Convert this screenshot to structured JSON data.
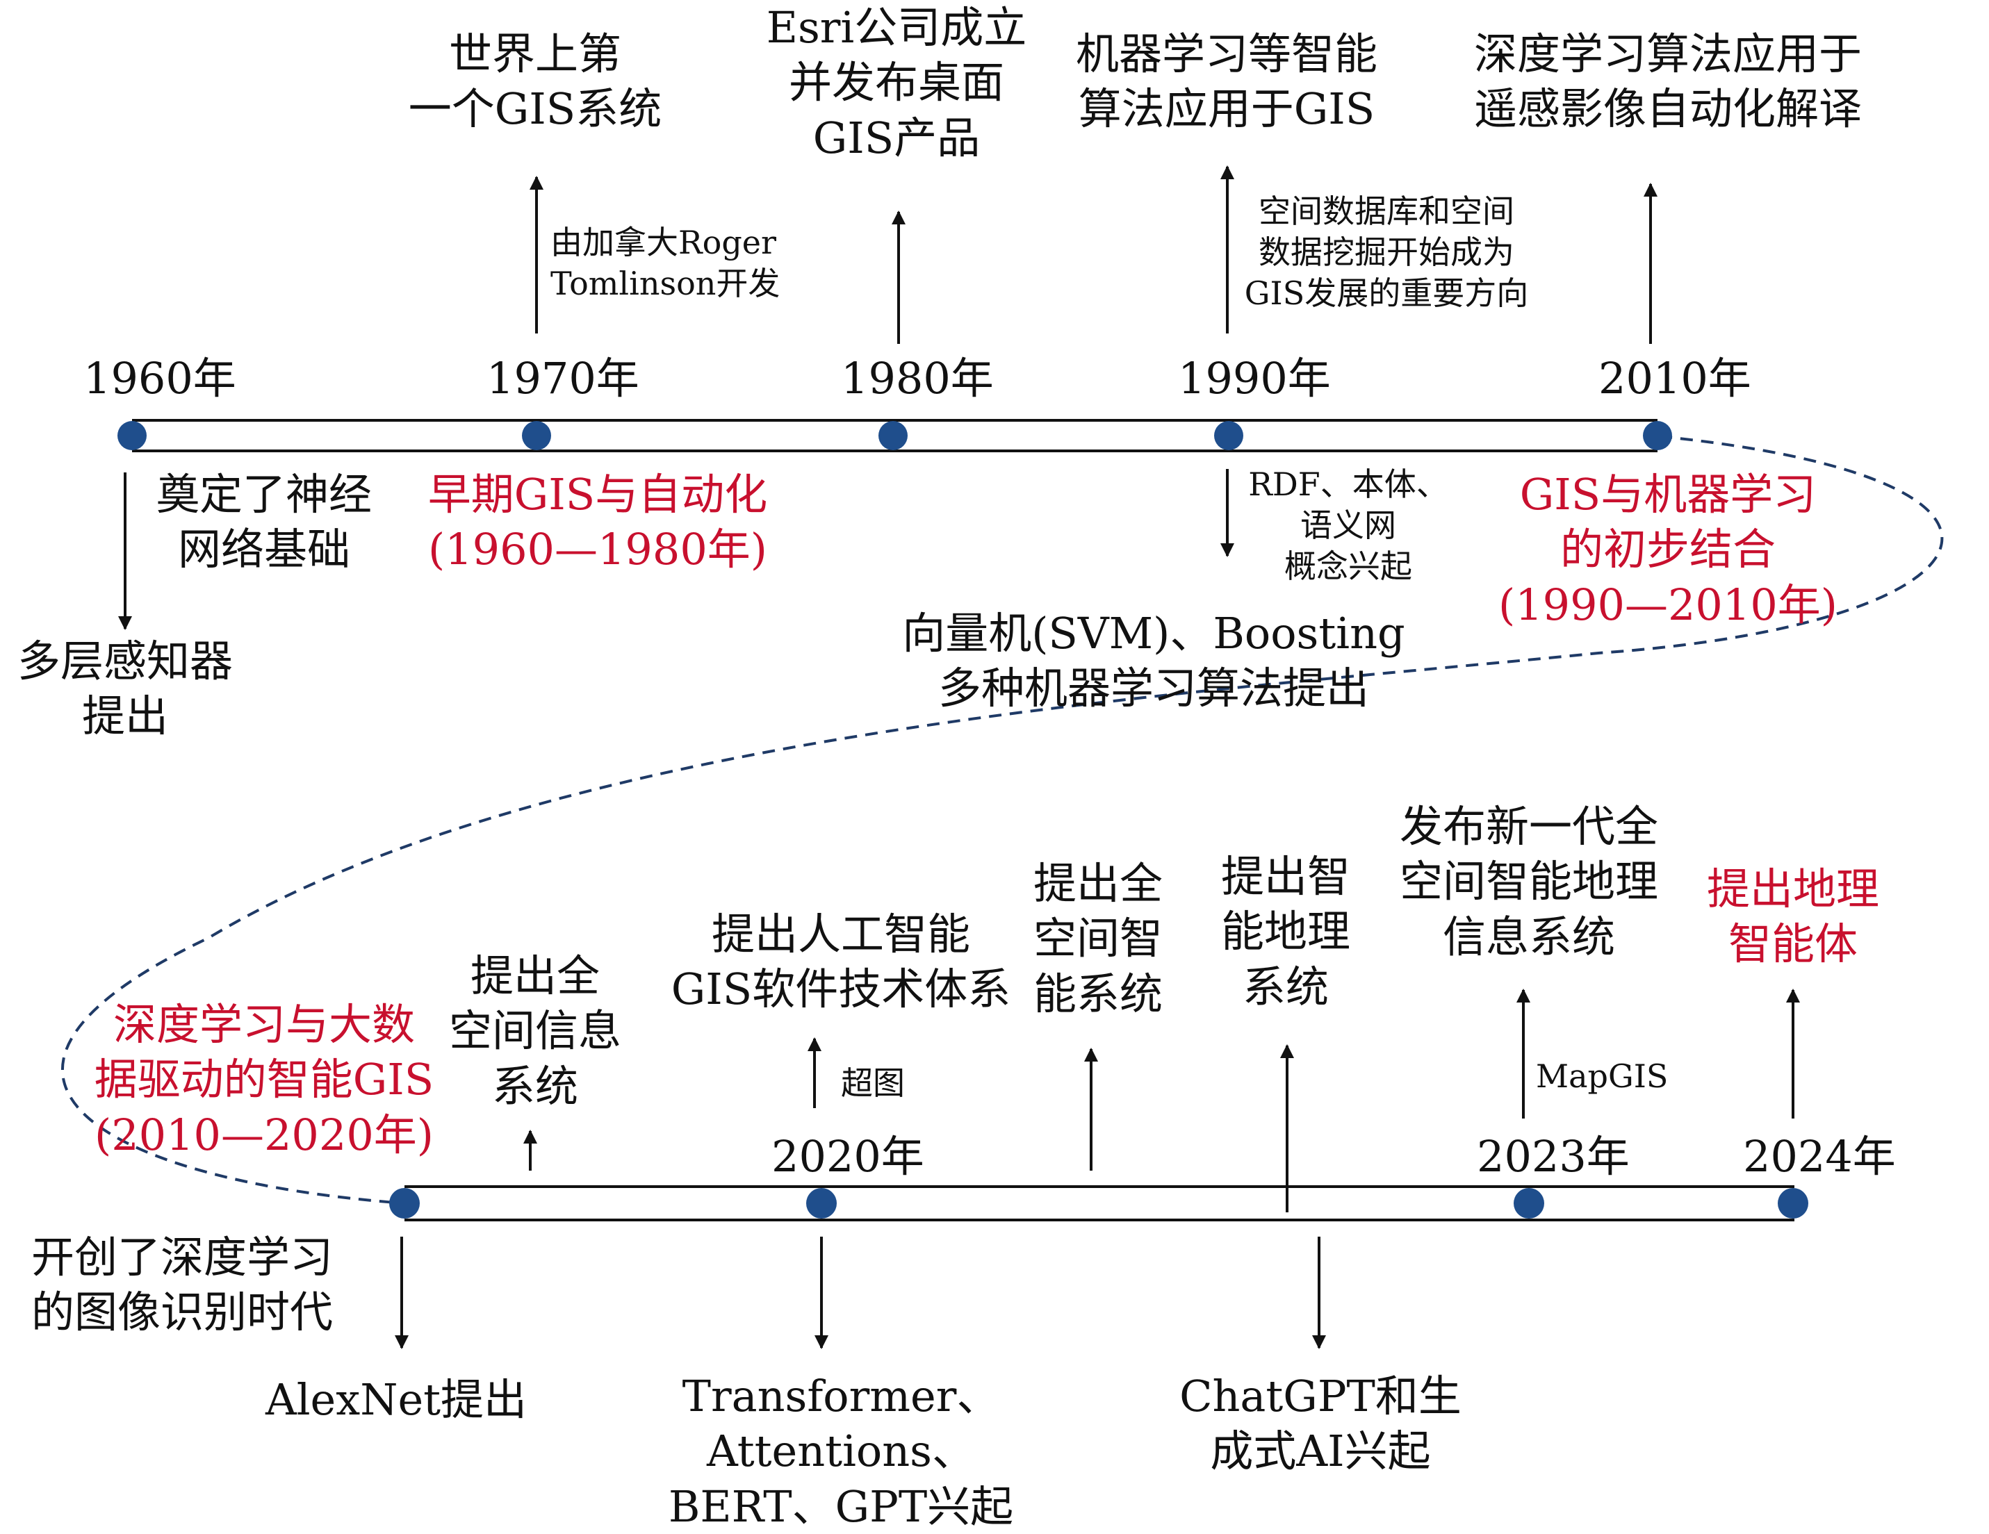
{
  "colors": {
    "text": "#111111",
    "accent": "#c8102e",
    "node": "#1f4e8c",
    "dash": "#1f3a66"
  },
  "timeline_top": {
    "years": [
      "1960年",
      "1970年",
      "1980年",
      "1990年",
      "2010年"
    ],
    "above": [
      {
        "lines": [
          "世界上第",
          "一个GIS系统"
        ],
        "note": [
          "由加拿大Roger",
          "Tomlinson开发"
        ]
      },
      {
        "lines": [
          "Esri公司成立",
          "并发布桌面",
          "GIS产品"
        ]
      },
      {
        "lines": [
          "机器学习等智能",
          "算法应用于GIS"
        ],
        "note": [
          "空间数据库和空间",
          "数据挖掘开始成为",
          "GIS发展的重要方向"
        ]
      },
      {
        "lines": [
          "深度学习算法应用于",
          "遥感影像自动化解译"
        ]
      }
    ],
    "below": [
      {
        "lines": [
          "奠定了神经",
          "网络基础"
        ],
        "result": [
          "多层感知器",
          "提出"
        ]
      },
      {
        "note": [
          "RDF、本体、",
          "语义网",
          "概念兴起"
        ],
        "result": [
          "向量机(SVM)、Boosting",
          "多种机器学习算法提出"
        ]
      }
    ],
    "stages": [
      {
        "lines": [
          "早期GIS与自动化",
          "(1960—1980年)"
        ]
      },
      {
        "lines": [
          "GIS与机器学习",
          "的初步结合",
          "(1990—2010年)"
        ]
      }
    ]
  },
  "timeline_bottom": {
    "years": [
      "2020年",
      "2023年",
      "2024年"
    ],
    "stage": {
      "lines": [
        "深度学习与大数",
        "据驱动的智能GIS",
        "(2010—2020年)"
      ]
    },
    "above": [
      {
        "lines": [
          "提出全",
          "空间信息",
          "系统"
        ]
      },
      {
        "lines": [
          "提出人工智能",
          "GIS软件技术体系"
        ],
        "note": [
          "超图"
        ]
      },
      {
        "lines": [
          "提出全",
          "空间智",
          "能系统"
        ]
      },
      {
        "lines": [
          "提出智",
          "能地理",
          "系统"
        ]
      },
      {
        "lines": [
          "发布新一代全",
          "空间智能地理",
          "信息系统"
        ],
        "note": [
          "MapGIS"
        ]
      },
      {
        "lines": [
          "提出地理",
          "智能体"
        ]
      }
    ],
    "below": [
      {
        "lines": [
          "开创了深度学习",
          "的图像识别时代"
        ],
        "result": [
          "AlexNet提出"
        ]
      },
      {
        "result": [
          "Transformer、Attentions、",
          "BERT、GPT兴起"
        ]
      },
      {
        "result": [
          "ChatGPT和生",
          "成式AI兴起"
        ]
      }
    ]
  }
}
